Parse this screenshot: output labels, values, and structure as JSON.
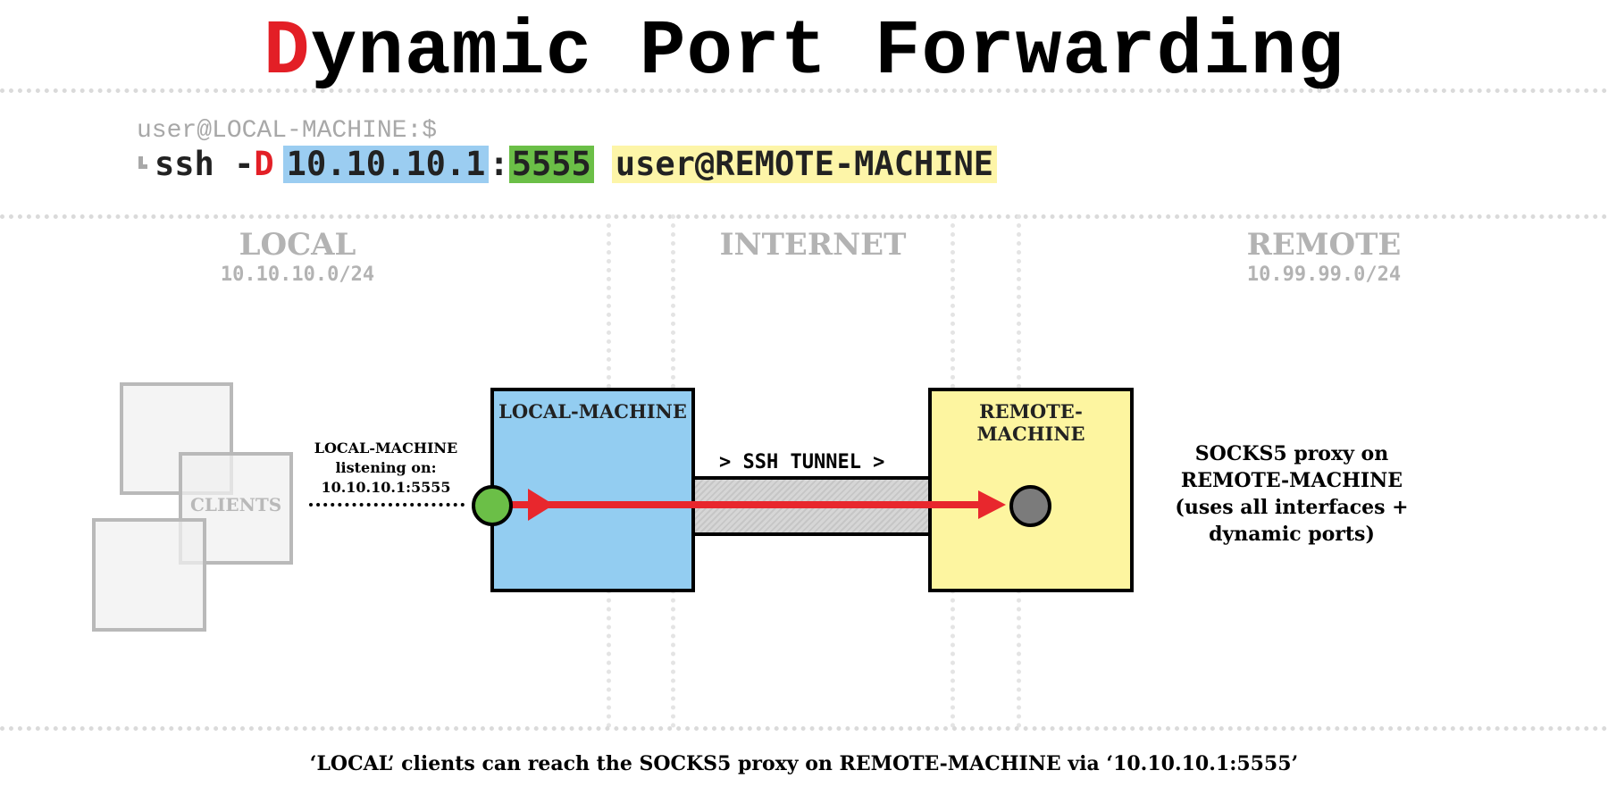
{
  "title": {
    "first_letter": "D",
    "rest": "ynamic Port Forwarding"
  },
  "command": {
    "prompt": "user@LOCAL-MACHINE:$",
    "ssh": "ssh -",
    "flag": "D",
    "ip": "10.10.10.1",
    "colon": ":",
    "port": "5555",
    "target": "user@REMOTE-MACHINE"
  },
  "zones": {
    "local": {
      "title": "LOCAL",
      "network": "10.10.10.0/24"
    },
    "internet": {
      "title": "INTERNET"
    },
    "remote": {
      "title": "REMOTE",
      "network": "10.99.99.0/24"
    }
  },
  "clients_label": "CLIENTS",
  "listening": {
    "line1": "LOCAL-MACHINE",
    "line2": "listening on:",
    "line3": "10.10.10.1:5555"
  },
  "local_machine": "LOCAL-MACHINE",
  "remote_machine": "REMOTE-MACHINE",
  "tunnel_label": "> SSH TUNNEL >",
  "socks": {
    "line1": "SOCKS5 proxy on",
    "line2": "REMOTE-MACHINE",
    "line3": "(uses all interfaces +",
    "line4": "dynamic ports)"
  },
  "footer": "‘LOCAL’ clients can reach the SOCKS5 proxy on REMOTE-MACHINE via ‘10.10.10.1:5555’",
  "colors": {
    "accent_red": "#e31f26",
    "local_blue": "#93cdf1",
    "remote_yellow": "#fdf5a0",
    "port_green": "#6bbf47",
    "remote_node_grey": "#7b7b7b"
  }
}
